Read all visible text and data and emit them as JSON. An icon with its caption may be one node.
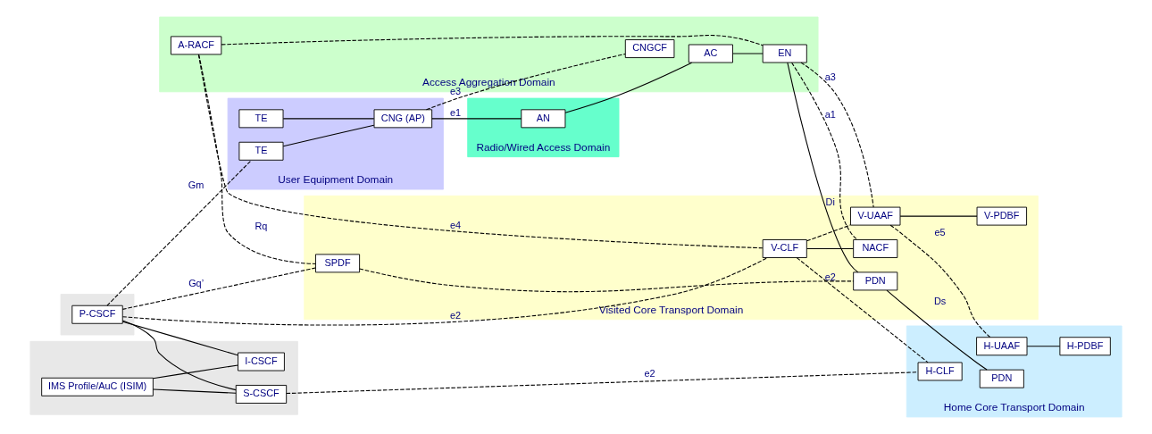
{
  "diagram": {
    "nodes": [
      {
        "text": [],
        "shape": "box"
      },
      {
        "text": [
          "P-CSCF"
        ],
        "in": 0
      },
      {
        "text": [],
        "shape": "box"
      },
      {
        "text": [
          "IMS Profile/AuC (ISIM)"
        ],
        "in": 2
      },
      {
        "text": [
          "S-CSCF"
        ],
        "in": 2
      },
      {
        "text": [
          "I-CSCF"
        ],
        "in": 2
      },
      {
        "text": [
          "User Equipment Domain"
        ]
      },
      {
        "text": [
          "TE"
        ],
        "in": 6
      },
      {
        "text": [
          "TE"
        ],
        "in": 6
      },
      {
        "text": [
          "CNG (AP)"
        ],
        "in": 6
      },
      {
        "text": [
          "Radio/Wired Access Domain"
        ]
      },
      {
        "text": [
          "AN"
        ],
        "in": 10
      },
      {
        "text": [
          "Access Aggregation Domain"
        ]
      },
      {
        "text": [
          "CNGCF"
        ],
        "in": 12
      },
      {
        "text": [
          "A-RACF"
        ],
        "in": 12
      },
      {
        "text": [
          "AC"
        ],
        "in": 12
      },
      {
        "text": [
          "EN"
        ],
        "in": 12
      },
      {
        "text": [
          "Visited Core Transport Domain"
        ]
      },
      {
        "text": [
          "SPDF"
        ],
        "in": 17
      },
      {
        "text": [
          "V-CLF"
        ],
        "in": 17
      },
      {
        "text": [
          "NACF"
        ],
        "in": 17
      },
      {
        "text": [
          "V-UAAF"
        ],
        "in": 17
      },
      {
        "text": [
          "V-PDBF"
        ],
        "in": 17
      },
      {
        "text": [
          "PDN"
        ],
        "in": 17
      },
      {
        "text": [
          "Home Core Transport Domain"
        ]
      },
      {
        "text": [
          "H-CLF"
        ],
        "in": 24
      },
      {
        "text": [
          "H-UAAF"
        ],
        "in": 24
      },
      {
        "text": [
          "H-PDBF"
        ],
        "in": 24
      },
      {
        "text": [
          "PDN"
        ],
        "in": 24
      }
    ],
    "edges": [
      {
        "from": 1,
        "to": 7,
        "arrow": "none",
        "style": "dashed",
        "label": "Gm"
      },
      {
        "from": 1,
        "to": 4,
        "arrow": "none"
      },
      {
        "from": 1,
        "to": 5,
        "arrow": "none"
      },
      {
        "from": 3,
        "to": 5,
        "arrow": "none"
      },
      {
        "from": 3,
        "to": 4,
        "arrow": "none"
      },
      {
        "from": 1,
        "to": 18,
        "arrow": "none",
        "style": "dashed",
        "label": "Gq’"
      },
      {
        "from": 18,
        "to": 23,
        "arrow": "none",
        "style": "dashed"
      },
      {
        "from": 1,
        "to": 19,
        "arrow": "none",
        "style": "dashed",
        "label": "e2"
      },
      {
        "from": 4,
        "to": 25,
        "arrow": "none",
        "style": "dashed",
        "label": "e2"
      },
      {
        "from": 19,
        "to": 25,
        "arrow": "none",
        "style": "dashed",
        "label": "e2"
      },
      {
        "from": 7,
        "to": 9,
        "arrow": "none"
      },
      {
        "from": 8,
        "to": 9,
        "arrow": "none"
      },
      {
        "from": 9,
        "to": 13,
        "arrow": "none",
        "style": "dashed",
        "label": "e3"
      },
      {
        "from": 9,
        "to": 11,
        "arrow": "none",
        "label": "e1"
      },
      {
        "from": 11,
        "to": 15,
        "arrow": "none"
      },
      {
        "from": 15,
        "to": 16,
        "arrow": "none"
      },
      {
        "from": 16,
        "to": 23,
        "arrow": "none",
        "label": "Di"
      },
      {
        "from": 23,
        "to": 28,
        "arrow": "none",
        "label": "Ds"
      },
      {
        "from": 14,
        "to": 18,
        "arrow": "none",
        "style": "dashed",
        "label": "Rq"
      },
      {
        "from": 14,
        "to": 19,
        "arrow": "none",
        "style": "dashed",
        "label": "e4"
      },
      {
        "from": 14,
        "to": 16,
        "arrow": "none",
        "style": "dashed"
      },
      {
        "from": 16,
        "to": 20,
        "arrow": "none",
        "style": "dashed",
        "label": "a1"
      },
      {
        "from": 16,
        "to": 21,
        "arrow": "none",
        "style": "dashed",
        "label": "a3"
      },
      {
        "from": 19,
        "to": 20,
        "arrow": "none"
      },
      {
        "from": 19,
        "to": 21,
        "arrow": "none",
        "style": "dashed"
      },
      {
        "from": 21,
        "to": 22,
        "arrow": "none"
      },
      {
        "from": 21,
        "to": 26,
        "arrow": "none",
        "style": "dashed",
        "label": "e5"
      },
      {
        "from": 26,
        "to": 27,
        "arrow": "none"
      }
    ]
  }
}
